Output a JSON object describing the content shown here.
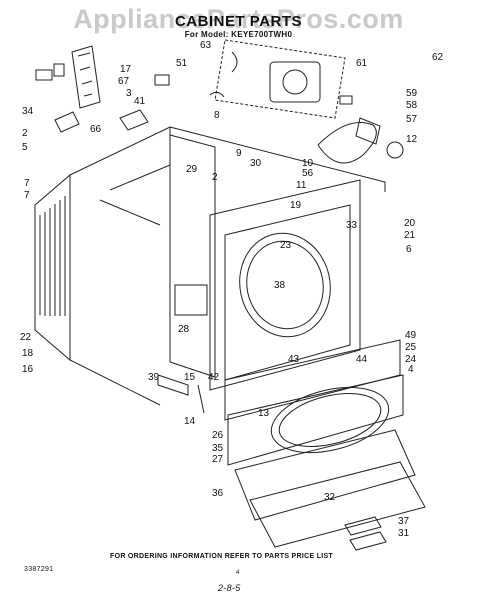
{
  "watermark": "AppliancePartsPros.com",
  "title": "CABINET PARTS",
  "model_line": "For Model: KEYE700TWH0",
  "callouts": [
    "17",
    "51",
    "63",
    "62",
    "61",
    "34",
    "67",
    "3",
    "41",
    "8",
    "59",
    "58",
    "57",
    "12",
    "2",
    "5",
    "66",
    "2",
    "30",
    "9",
    "29",
    "10",
    "56",
    "11",
    "19",
    "20",
    "21",
    "6",
    "7",
    "7",
    "33",
    "23",
    "38",
    "22",
    "18",
    "16",
    "28",
    "49",
    "25",
    "24",
    "44",
    "4",
    "43",
    "42",
    "39",
    "15",
    "14",
    "13",
    "26",
    "35",
    "27",
    "36",
    "32",
    "37",
    "31"
  ],
  "footer_note": "FOR ORDERING INFORMATION REFER TO PARTS PRICE LIST",
  "doc_id": "3387291",
  "page_num": "4",
  "date_code": "2-8-5"
}
